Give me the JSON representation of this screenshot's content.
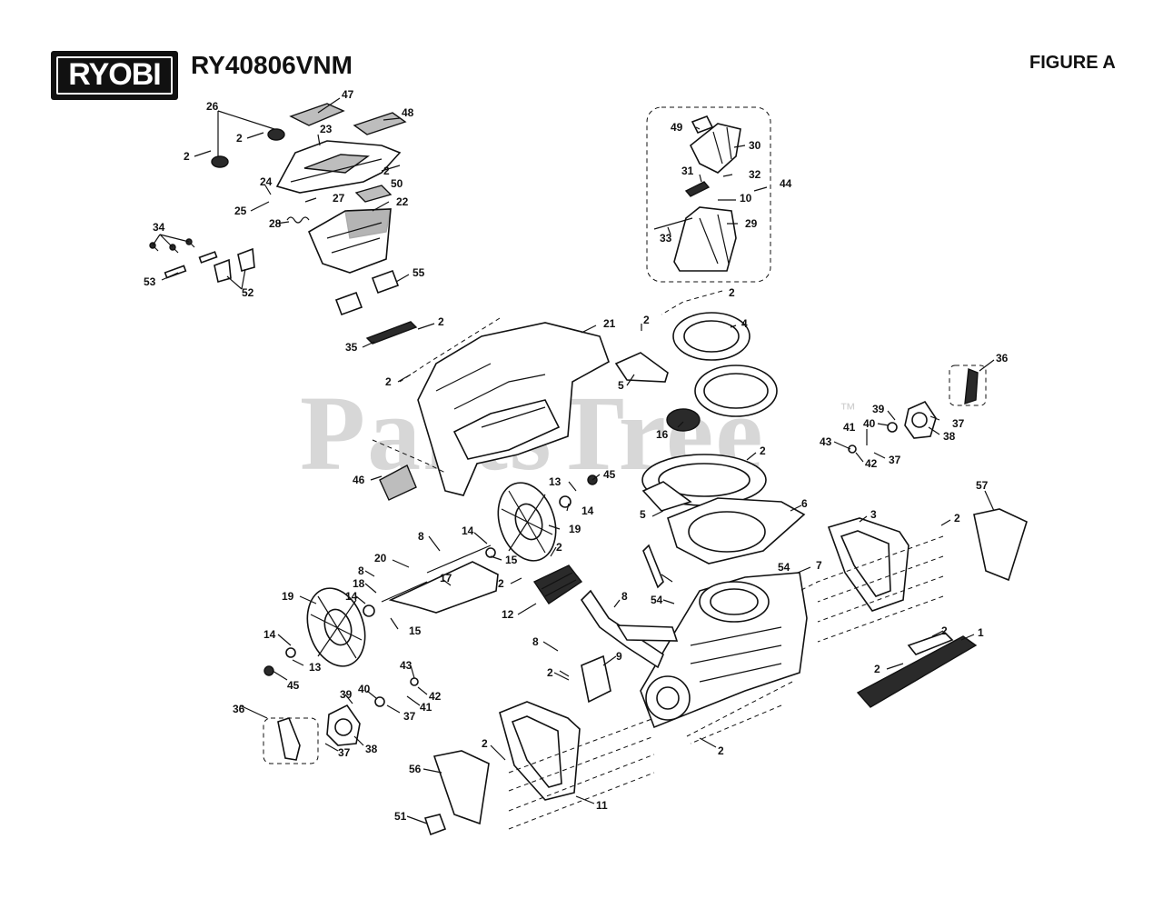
{
  "header": {
    "brand": "RYOBI",
    "model": "RY40806VNM",
    "figure": "FIGURE A"
  },
  "watermark": {
    "text": "PartsTree",
    "tm": "™"
  },
  "callouts": [
    {
      "id": "c47a",
      "label": "47"
    },
    {
      "id": "c48",
      "label": "48"
    },
    {
      "id": "c26",
      "label": "26"
    },
    {
      "id": "c2a",
      "label": "2"
    },
    {
      "id": "c2b",
      "label": "2"
    },
    {
      "id": "c23",
      "label": "23"
    },
    {
      "id": "c2c",
      "label": "2"
    },
    {
      "id": "c24",
      "label": "24"
    },
    {
      "id": "c25",
      "label": "25"
    },
    {
      "id": "c27",
      "label": "27"
    },
    {
      "id": "c50",
      "label": "50"
    },
    {
      "id": "c22",
      "label": "22"
    },
    {
      "id": "c28",
      "label": "28"
    },
    {
      "id": "c34",
      "label": "34"
    },
    {
      "id": "c53",
      "label": "53"
    },
    {
      "id": "c52",
      "label": "52"
    },
    {
      "id": "c55",
      "label": "55"
    },
    {
      "id": "c49",
      "label": "49"
    },
    {
      "id": "c30",
      "label": "30"
    },
    {
      "id": "c31",
      "label": "31"
    },
    {
      "id": "c32",
      "label": "32"
    },
    {
      "id": "c10",
      "label": "10"
    },
    {
      "id": "c44",
      "label": "44"
    },
    {
      "id": "c29",
      "label": "29"
    },
    {
      "id": "c33",
      "label": "33"
    },
    {
      "id": "c2d",
      "label": "2"
    },
    {
      "id": "c21",
      "label": "21"
    },
    {
      "id": "c2e",
      "label": "2"
    },
    {
      "id": "c4",
      "label": "4"
    },
    {
      "id": "c35",
      "label": "35"
    },
    {
      "id": "c2f",
      "label": "2"
    },
    {
      "id": "c2g",
      "label": "2"
    },
    {
      "id": "c5a",
      "label": "5"
    },
    {
      "id": "c36a",
      "label": "36"
    },
    {
      "id": "c39a",
      "label": "39"
    },
    {
      "id": "c40a",
      "label": "40"
    },
    {
      "id": "c41a",
      "label": "41"
    },
    {
      "id": "c37a",
      "label": "37"
    },
    {
      "id": "c38a",
      "label": "38"
    },
    {
      "id": "c16",
      "label": "16"
    },
    {
      "id": "c43a",
      "label": "43"
    },
    {
      "id": "c42a",
      "label": "42"
    },
    {
      "id": "c37b",
      "label": "37"
    },
    {
      "id": "c2h",
      "label": "2"
    },
    {
      "id": "c46",
      "label": "46"
    },
    {
      "id": "c13a",
      "label": "13"
    },
    {
      "id": "c45a",
      "label": "45"
    },
    {
      "id": "c14a",
      "label": "14"
    },
    {
      "id": "c5b",
      "label": "5"
    },
    {
      "id": "c6",
      "label": "6"
    },
    {
      "id": "c57",
      "label": "57"
    },
    {
      "id": "c19a",
      "label": "19"
    },
    {
      "id": "c3",
      "label": "3"
    },
    {
      "id": "c2i",
      "label": "2"
    },
    {
      "id": "c14b",
      "label": "14"
    },
    {
      "id": "c8a",
      "label": "8"
    },
    {
      "id": "c15a",
      "label": "15"
    },
    {
      "id": "c2j",
      "label": "2"
    },
    {
      "id": "c20",
      "label": "20"
    },
    {
      "id": "c8b",
      "label": "8"
    },
    {
      "id": "c17",
      "label": "17"
    },
    {
      "id": "c2k",
      "label": "2"
    },
    {
      "id": "c18",
      "label": "18"
    },
    {
      "id": "c54a",
      "label": "54"
    },
    {
      "id": "c7",
      "label": "7"
    },
    {
      "id": "c19b",
      "label": "19"
    },
    {
      "id": "c14c",
      "label": "14"
    },
    {
      "id": "c8c",
      "label": "8"
    },
    {
      "id": "c12",
      "label": "12"
    },
    {
      "id": "c54b",
      "label": "54"
    },
    {
      "id": "c15b",
      "label": "15"
    },
    {
      "id": "c14d",
      "label": "14"
    },
    {
      "id": "c13b",
      "label": "13"
    },
    {
      "id": "c8d",
      "label": "8"
    },
    {
      "id": "c9",
      "label": "9"
    },
    {
      "id": "c2l",
      "label": "2"
    },
    {
      "id": "c1",
      "label": "1"
    },
    {
      "id": "c2m",
      "label": "2"
    },
    {
      "id": "c45b",
      "label": "45"
    },
    {
      "id": "c43b",
      "label": "43"
    },
    {
      "id": "c2n",
      "label": "2"
    },
    {
      "id": "c40b",
      "label": "40"
    },
    {
      "id": "c42b",
      "label": "42"
    },
    {
      "id": "c39b",
      "label": "39"
    },
    {
      "id": "c41b",
      "label": "41"
    },
    {
      "id": "c37c",
      "label": "37"
    },
    {
      "id": "c36b",
      "label": "36"
    },
    {
      "id": "c38b",
      "label": "38"
    },
    {
      "id": "c37d",
      "label": "37"
    },
    {
      "id": "c2o",
      "label": "2"
    },
    {
      "id": "c2p",
      "label": "2"
    },
    {
      "id": "c56",
      "label": "56"
    },
    {
      "id": "c11",
      "label": "11"
    },
    {
      "id": "c51",
      "label": "51"
    }
  ]
}
